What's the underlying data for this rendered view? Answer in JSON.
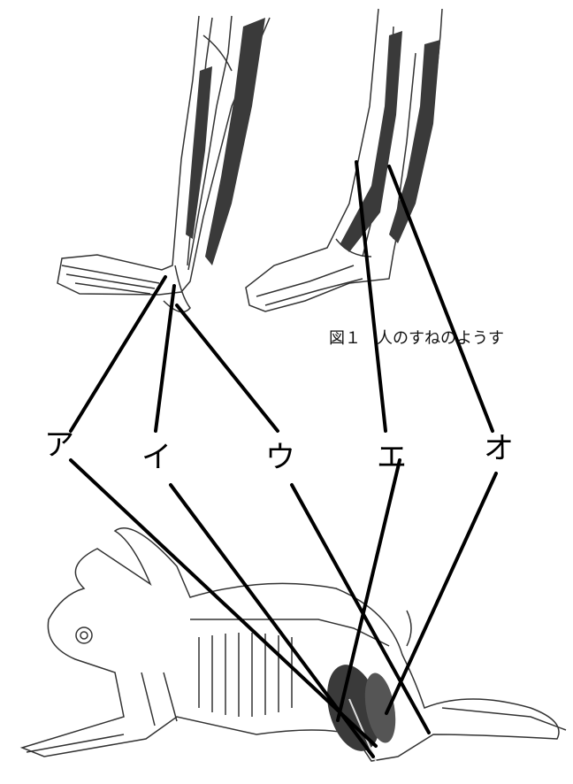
{
  "figure": {
    "caption": "図１　人のすねのようす"
  },
  "labels": [
    {
      "id": "a",
      "text": "ア"
    },
    {
      "id": "i",
      "text": "イ"
    },
    {
      "id": "u",
      "text": "ウ"
    },
    {
      "id": "e",
      "text": "エ"
    },
    {
      "id": "o",
      "text": "オ"
    }
  ],
  "colors": {
    "line": "#000000",
    "outline": "#333333",
    "muscle": "#3a3a3a"
  }
}
